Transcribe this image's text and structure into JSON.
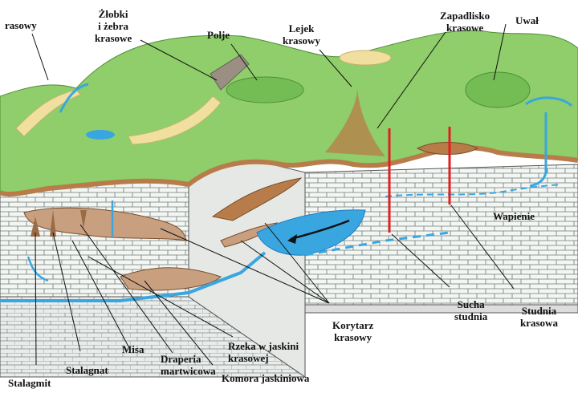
{
  "colors": {
    "grass": "#8fce6a",
    "grass_dark": "#5fae43",
    "soil": "#b87c4a",
    "soil_light": "#f1dfa0",
    "rock_fill": "#f4f6f4",
    "rock_line": "#6d7a76",
    "water": "#3aa6e0",
    "water_dark": "#1c7cc0",
    "well": "#e02020",
    "line": "#111111"
  },
  "labels": {
    "krasowy_top": "rasowy",
    "zlobki": "Żłobki\ni żebra\nkrasowe",
    "polje": "Polje",
    "lejek": "Lejek\nkrasowy",
    "zapadlisko": "Zapadlisko\nkrasowe",
    "uwal": "Uwał",
    "wapienie": "Wapienie",
    "sucha_studnia": "Sucha\nstudnia",
    "studnia_krasowa": "Studnia\nkrasowa",
    "korytarz": "Korytarz\nkrasowy",
    "rzeka": "Rzeka w jaskini\nkrasowej",
    "komora": "Komora jaskiniowa",
    "draperia": "Draperia\nmartwicowa",
    "misa": "Misa",
    "stalagnat": "Stalagnat",
    "stalagmit": "Stalagmit"
  }
}
